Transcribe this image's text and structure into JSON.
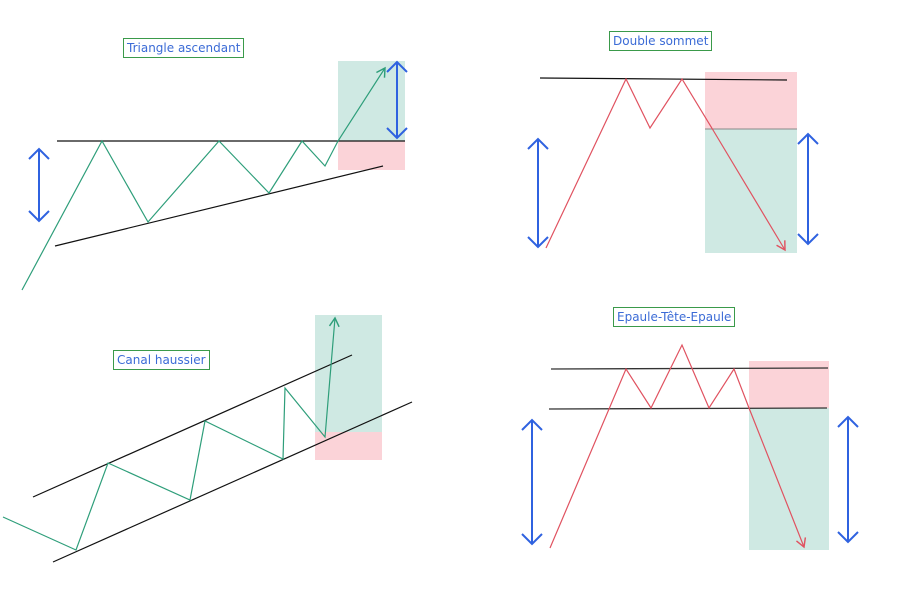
{
  "patterns": [
    {
      "title": "Triangle ascendant",
      "direction": "bullish"
    },
    {
      "title": "Double sommet",
      "direction": "bearish"
    },
    {
      "title": "Canal haussier",
      "direction": "bullish"
    },
    {
      "title": "Epaule-Tête-Epaule",
      "direction": "bearish"
    }
  ],
  "colors": {
    "bullish_line": "#2e9e7a",
    "bearish_line": "#e05260",
    "target_zone": "#cfe9e3",
    "stop_zone": "#fbd3d8",
    "measure_arrow": "#2f62e0",
    "label_border": "#3a9a4a",
    "label_text": "#3b6bd6"
  }
}
